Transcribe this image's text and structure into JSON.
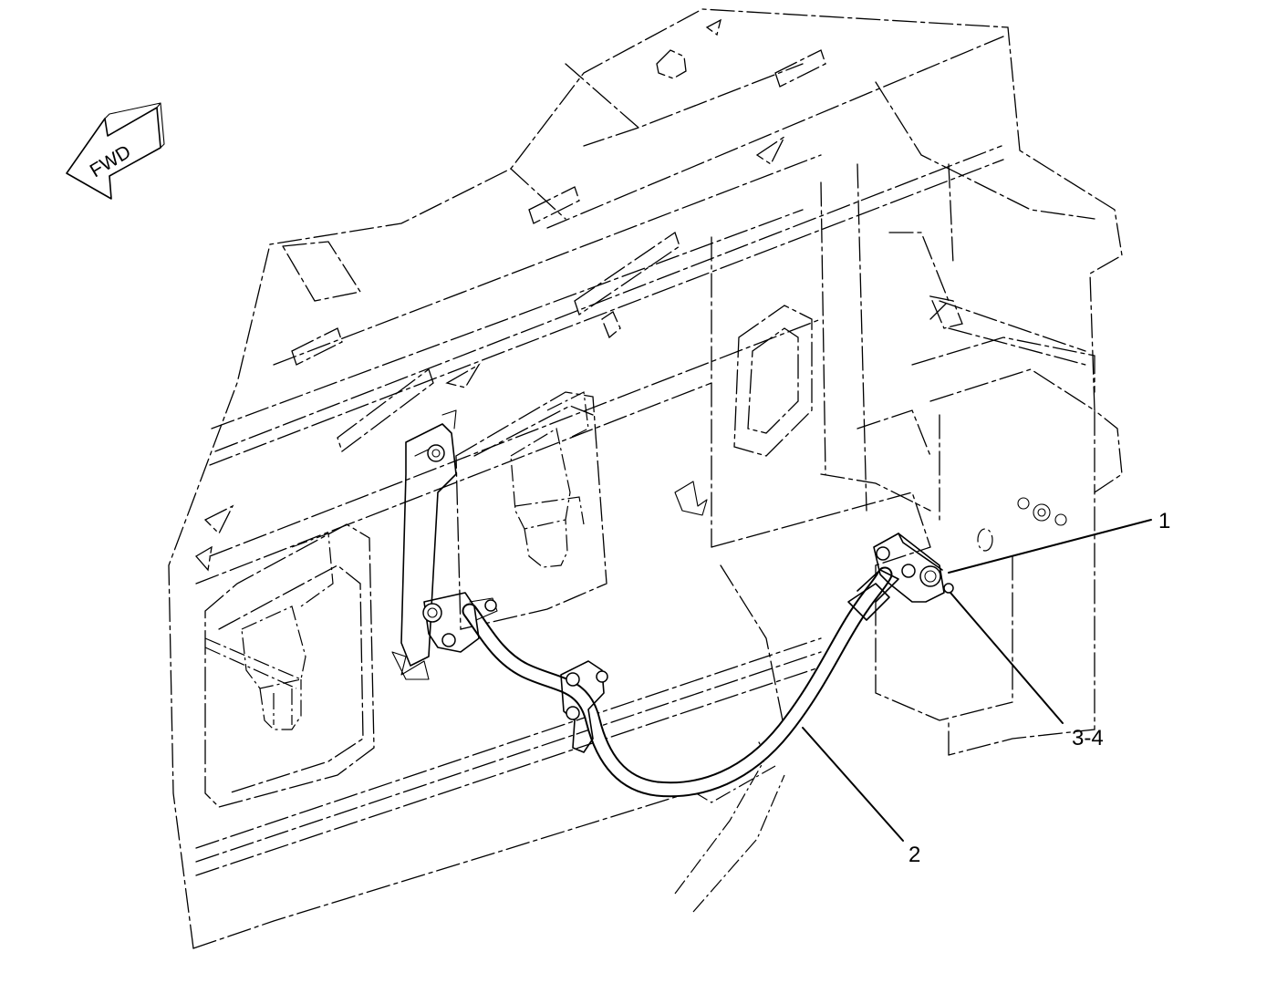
{
  "direction_indicator": {
    "label": "FWD"
  },
  "callouts": [
    {
      "id": "c1",
      "label": "1"
    },
    {
      "id": "c2",
      "label": "2"
    },
    {
      "id": "c3",
      "label": "3-4"
    }
  ]
}
